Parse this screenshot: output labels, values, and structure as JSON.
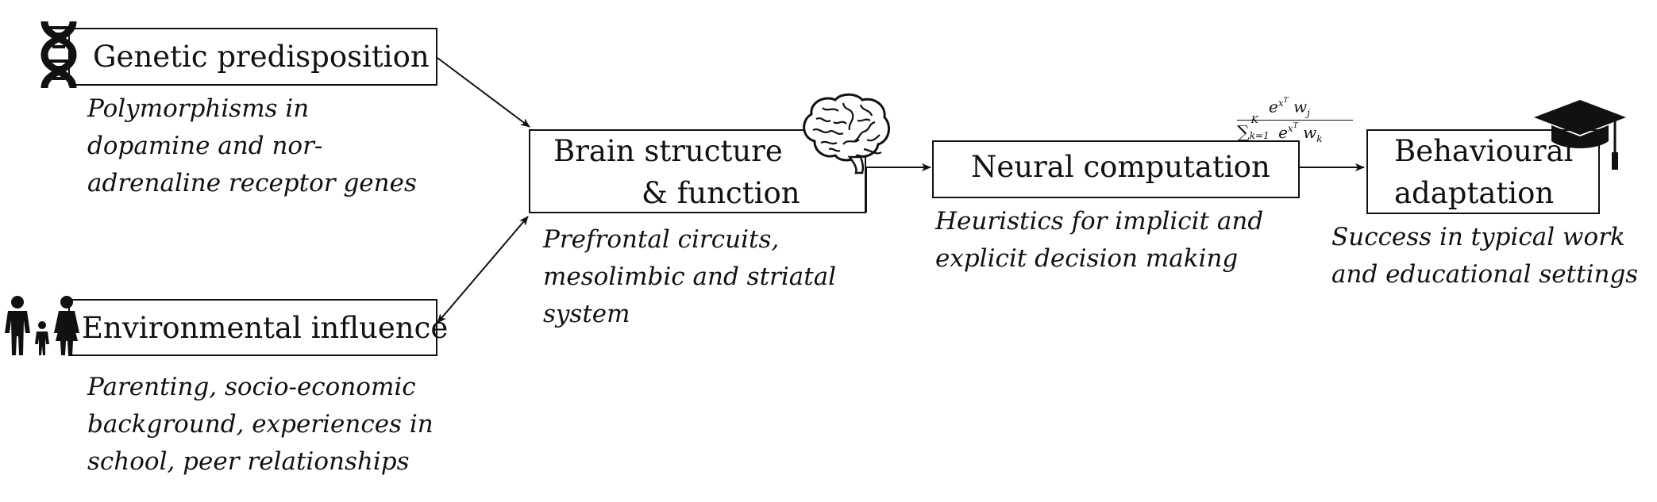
{
  "nodes": {
    "genetic": {
      "label": "Genetic predisposition",
      "description": [
        "Polymorphisms in",
        "dopamine and nor-",
        "adrenaline receptor genes"
      ],
      "icon": "dna-icon"
    },
    "environmental": {
      "label": "Environmental influence",
      "description": [
        "Parenting, socio-economic",
        "background, experiences in",
        "school, peer relationships"
      ],
      "icon": "family-icon"
    },
    "brain": {
      "label_line1": "Brain structure",
      "label_line2": "& function",
      "description": [
        "Prefrontal circuits,",
        "mesolimbic and striatal",
        "system"
      ],
      "icon": "brain-icon"
    },
    "neural": {
      "label": "Neural computation",
      "description": [
        "Heuristics for implicit and",
        "explicit decision making"
      ],
      "formula": {
        "numerator_base": "e",
        "numerator_exp": "x",
        "numerator_exp_sup": "T",
        "numerator_w": "w",
        "numerator_sub": "j",
        "sum_symbol": "∑",
        "sum_upper": "K",
        "sum_lower": "k=1",
        "denominator_base": "e",
        "denominator_exp": "x",
        "denominator_exp_sup": "T",
        "denominator_w": "w",
        "denominator_sub": "k"
      }
    },
    "behavioural": {
      "label_line1": "Behavioural",
      "label_line2": "adaptation",
      "description": [
        "Success in typical work",
        "and educational settings"
      ],
      "icon": "graduation-cap-icon"
    }
  },
  "edges": [
    {
      "from": "genetic",
      "to": "brain",
      "type": "directed"
    },
    {
      "from": "environmental",
      "to": "brain",
      "type": "bidirectional"
    },
    {
      "from": "brain",
      "to": "neural",
      "type": "directed"
    },
    {
      "from": "neural",
      "to": "behavioural",
      "type": "directed"
    }
  ]
}
